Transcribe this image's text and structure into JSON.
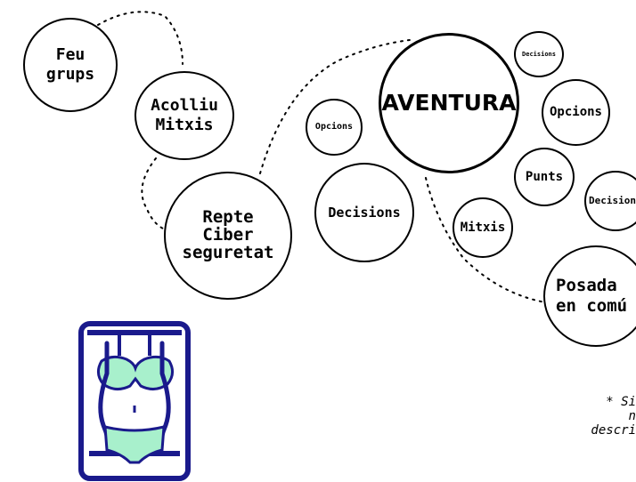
{
  "nodes": {
    "feu_grups": "Feu\ngrups",
    "acolliu_mitxis": "Acolliu\nMitxis",
    "repte": "Repte\nCiber\nseguretat",
    "opcions_small": "Opcions",
    "decisions_mid": "Decisions",
    "aventura": "AVENTURA",
    "decisions_top": "Decisions",
    "opcions_right": "Opcions",
    "punts": "Punts",
    "decisions_right": "Decisions",
    "mitxis": "Mitxis",
    "posada": "Posada\nen comú"
  },
  "note": "* Si\n      n\ndescri",
  "colors": {
    "stroke": "#000000",
    "icon_frame": "#1a1a8c",
    "icon_fill": "#a8f0cc"
  },
  "icons": [
    "top-body-icon"
  ]
}
